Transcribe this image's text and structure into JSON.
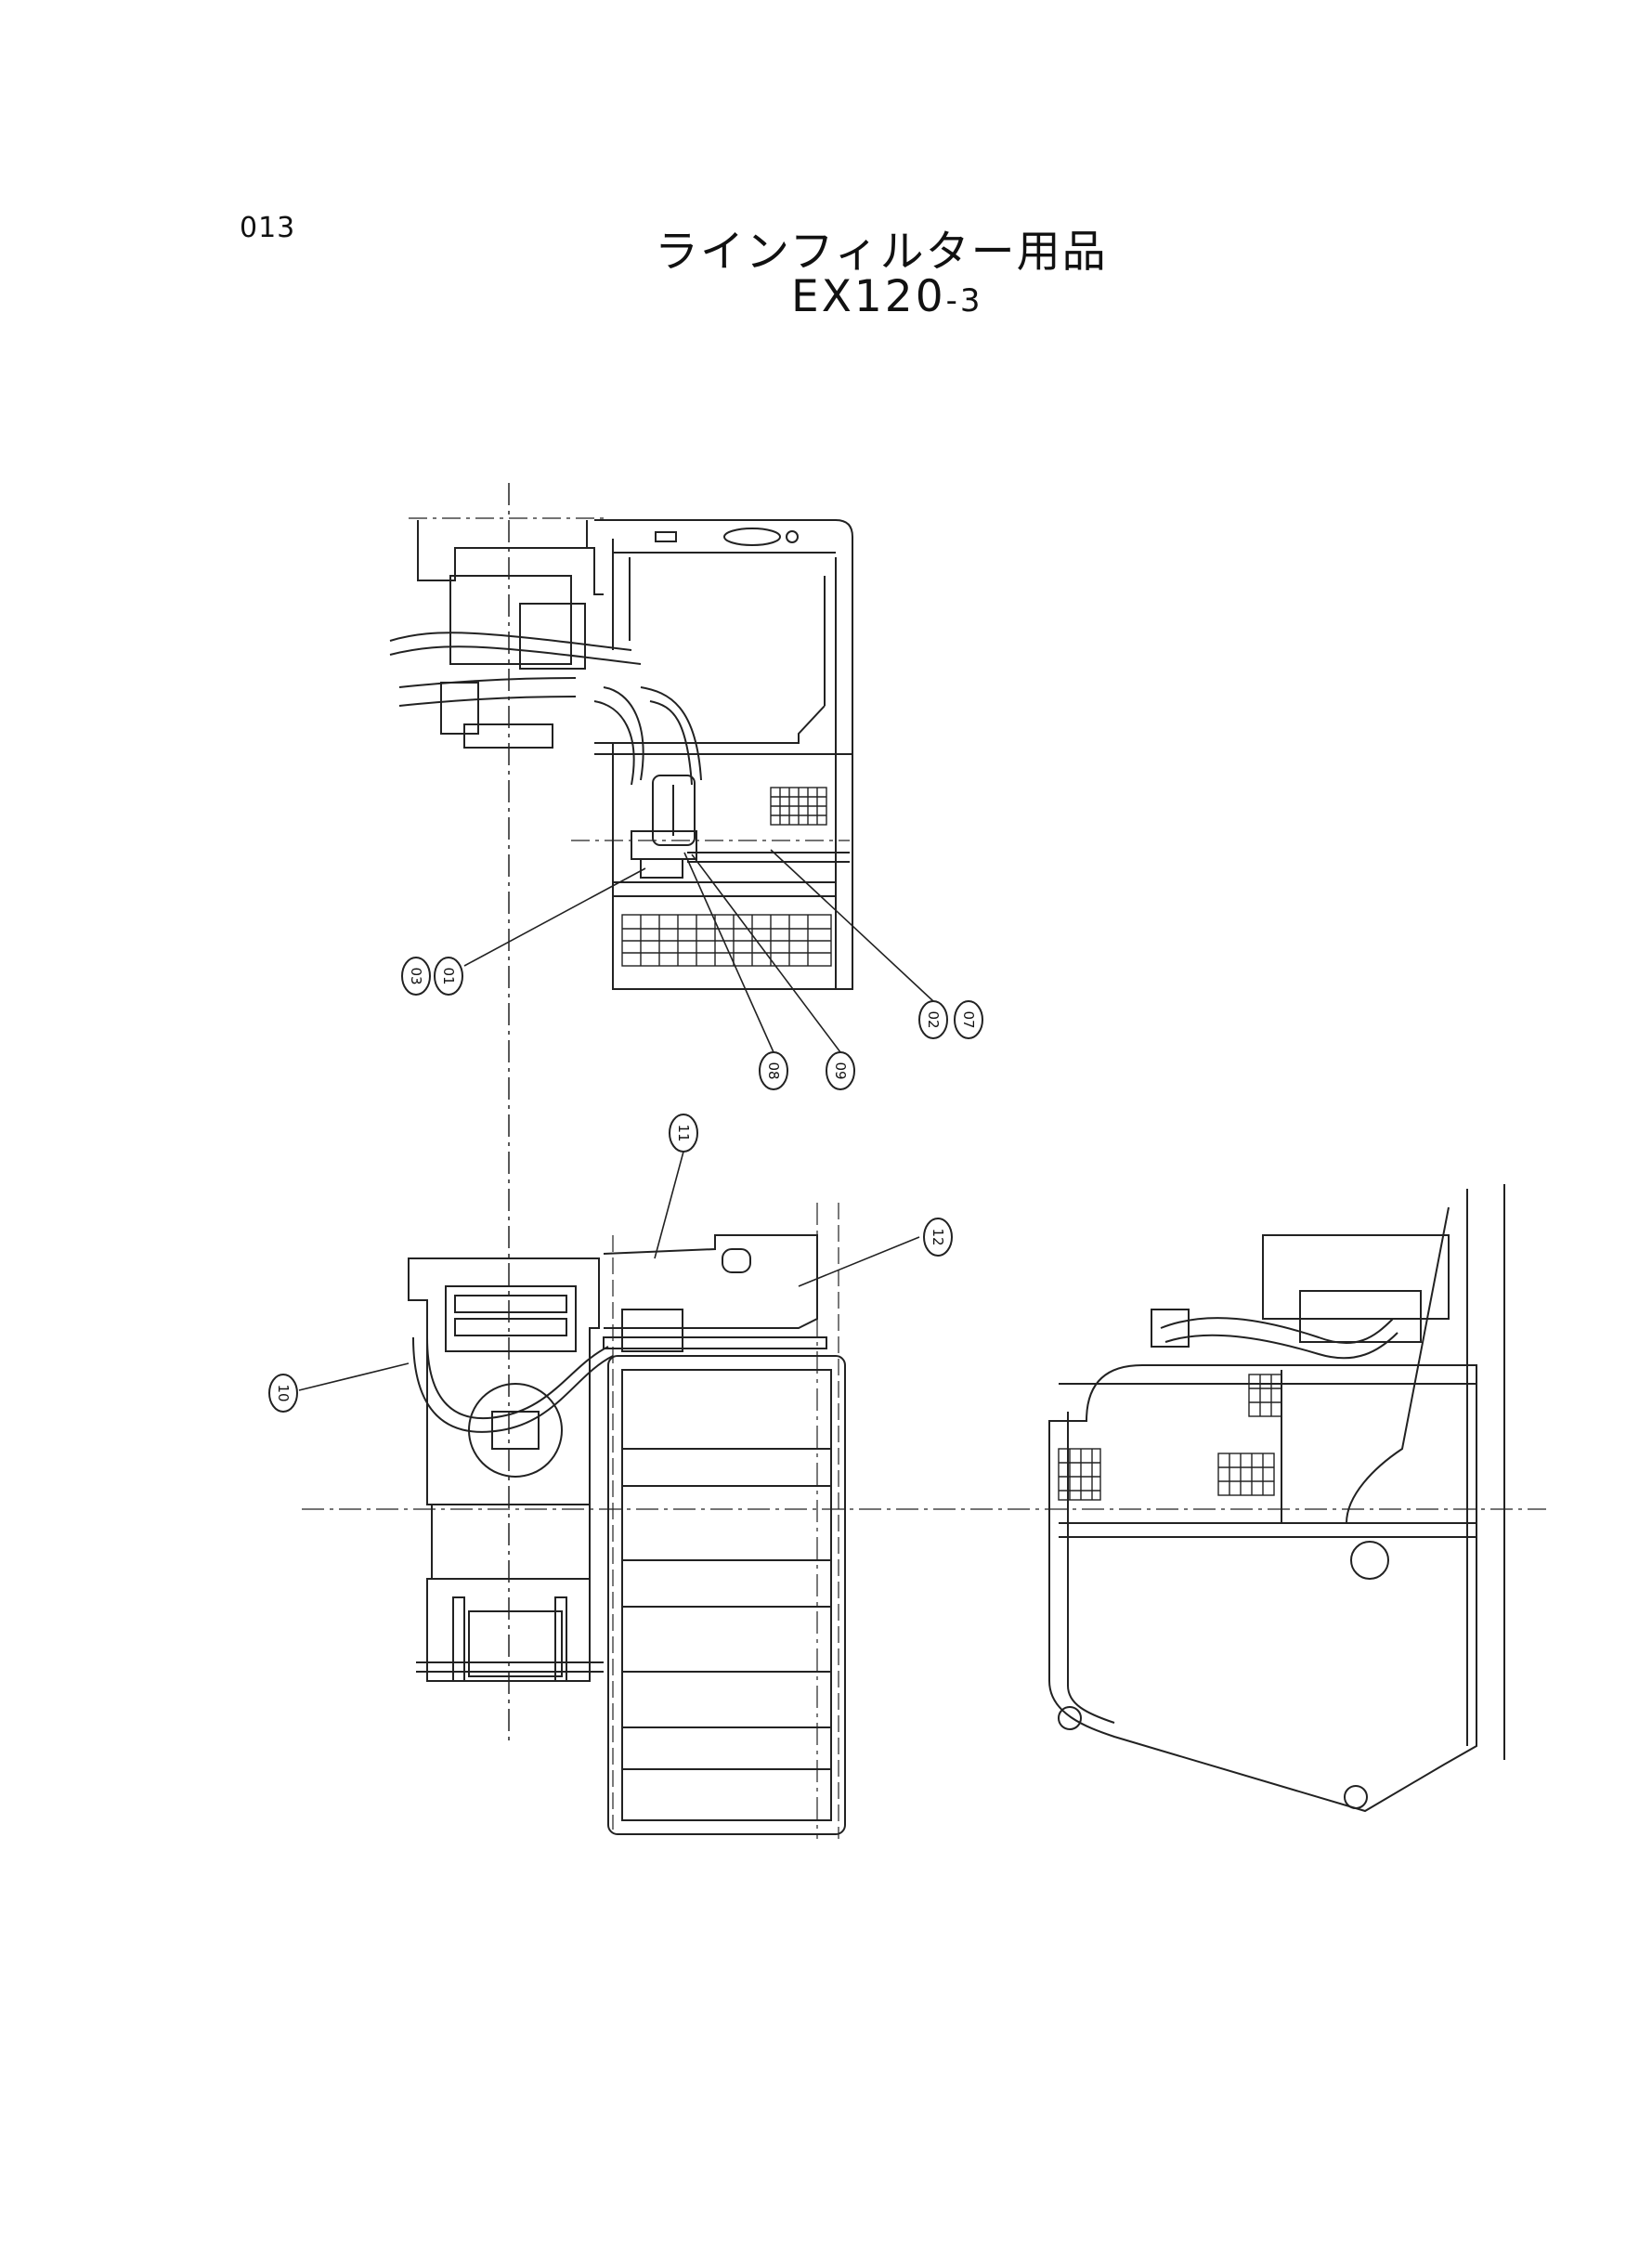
{
  "page_number": "013",
  "title": "ラインフィルター用品",
  "model": "EX120",
  "model_suffix": "-3",
  "callouts": [
    {
      "id": "c03",
      "label": "03"
    },
    {
      "id": "c01",
      "label": "01"
    },
    {
      "id": "c08",
      "label": "08"
    },
    {
      "id": "c09",
      "label": "09"
    },
    {
      "id": "c02",
      "label": "02"
    },
    {
      "id": "c07",
      "label": "07"
    },
    {
      "id": "c11",
      "label": "11"
    },
    {
      "id": "c12",
      "label": "12"
    },
    {
      "id": "c10",
      "label": "10"
    }
  ]
}
